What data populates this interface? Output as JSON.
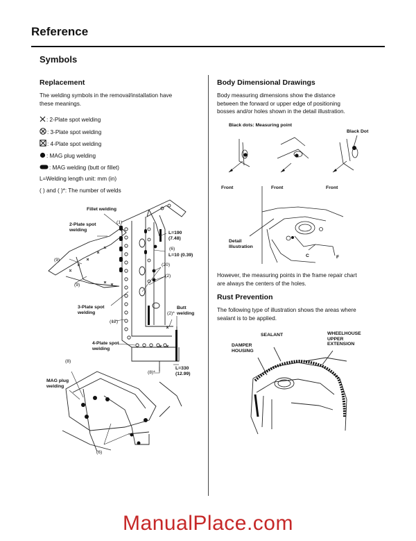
{
  "page": {
    "title": "Reference",
    "section": "Symbols"
  },
  "replacement": {
    "heading": "Replacement",
    "intro_line1": "The welding symbols in the removal/installation have",
    "intro_line2": "these meanings.",
    "symbols": [
      {
        "icon": "x-mark-icon",
        "text": ": 2-Plate spot welding"
      },
      {
        "icon": "circled-x-icon",
        "text": ": 3-Plate spot welding"
      },
      {
        "icon": "boxed-x-icon",
        "text": ": 4-Plate spot welding"
      },
      {
        "icon": "filled-dot-icon",
        "text": ": MAG plug welding"
      },
      {
        "icon": "filled-oval-icon",
        "text": ": MAG welding (butt or fillet)"
      }
    ],
    "length_unit": "L=Welding length unit: mm (in)",
    "weld_count": "( ) and ( )*: The number of welds"
  },
  "left_figure": {
    "fillet_welding": "Fillet welding",
    "two_plate_1": "2-Plate spot",
    "two_plate_2": "welding",
    "n1": "(1)",
    "n9a": "(9)",
    "n9b": "(9)",
    "l190_1": "L=190",
    "l190_2": "(7.48)",
    "n6a": "(6)",
    "l10": "L=10 (0.39)",
    "n20": "(20)",
    "n2": "(2)",
    "three_plate_1": "3-Plate spot",
    "three_plate_2": "welding",
    "n12": "(12)",
    "n2star": "(2)*",
    "butt_1": "Butt",
    "butt_2": "welding",
    "four_plate_1": "4-Plate spot",
    "four_plate_2": "welding",
    "l330_1": "L=330",
    "l330_2": "(12.99)",
    "n8star": "(8)*",
    "n8": "(8)",
    "mag_1": "MAG plug",
    "mag_2": "welding",
    "n6b": "(6)"
  },
  "body_dim": {
    "heading": "Body Dimensional Drawings",
    "line1": "Body measuring dimensions show the distance",
    "line2": "between the forward or upper edge of positioning",
    "line3": "bosses and/or holes shown in the detail illustration.",
    "black_dots": "Black dots: Measuring point",
    "black_dot": "Black Dot",
    "front": "Front",
    "detail_1": "Detail",
    "detail_2": "Illustration",
    "c": "C",
    "f": "F",
    "note1": "However, the measuring points in the frame repair chart",
    "note2": "are always the centers of the holes."
  },
  "rust": {
    "heading": "Rust Prevention",
    "line1": "The following type of illustration shows the areas where",
    "line2": "sealant is to be applied.",
    "sealant": "SEALANT",
    "damper_1": "DAMPER",
    "damper_2": "HOUSING",
    "wh_1": "WHEELHOUSE",
    "wh_2": "UPPER",
    "wh_3": "EXTENSION"
  },
  "watermark": "ManualPlace.com"
}
